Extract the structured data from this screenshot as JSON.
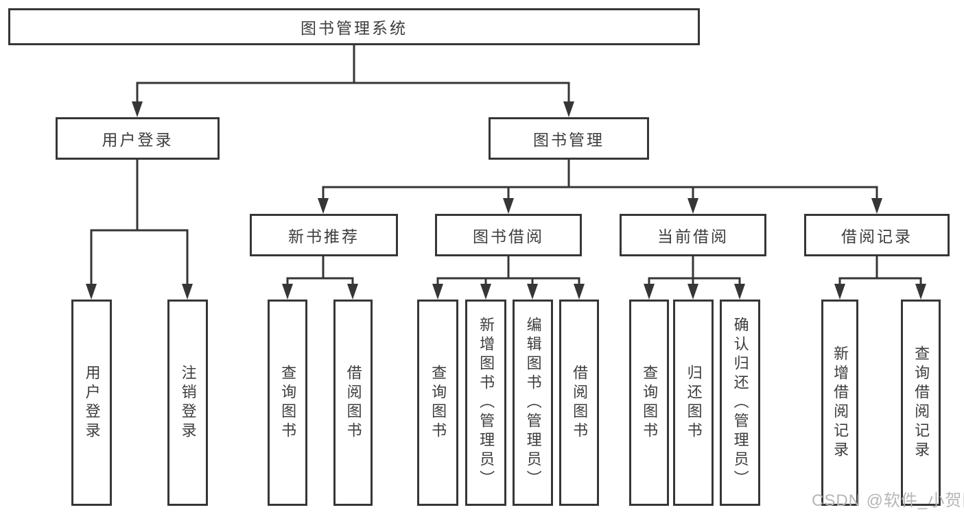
{
  "colors": {
    "background": "#ffffff",
    "line": "#363636",
    "text": "#3d3d3d",
    "watermark": "#b6b6b6"
  },
  "watermark": {
    "text": "CSDN @软件_小贺同学"
  },
  "tree": {
    "label": "图书管理系统",
    "children": [
      {
        "label": "用户登录",
        "children": [
          {
            "label": "用户登录"
          },
          {
            "label": "注销登录"
          }
        ]
      },
      {
        "label": "图书管理",
        "children": [
          {
            "label": "新书推荐",
            "children": [
              {
                "label": "查询图书"
              },
              {
                "label": "借阅图书"
              }
            ]
          },
          {
            "label": "图书借阅",
            "children": [
              {
                "label": "查询图书"
              },
              {
                "label": "新增图书（管理员）"
              },
              {
                "label": "编辑图书（管理员）"
              },
              {
                "label": "借阅图书"
              }
            ]
          },
          {
            "label": "当前借阅",
            "children": [
              {
                "label": "查询图书"
              },
              {
                "label": "归还图书"
              },
              {
                "label": "确认归还（管理员）"
              }
            ]
          },
          {
            "label": "借阅记录",
            "children": [
              {
                "label": "新增借阅记录"
              },
              {
                "label": "查询借阅记录"
              }
            ]
          }
        ]
      }
    ]
  }
}
